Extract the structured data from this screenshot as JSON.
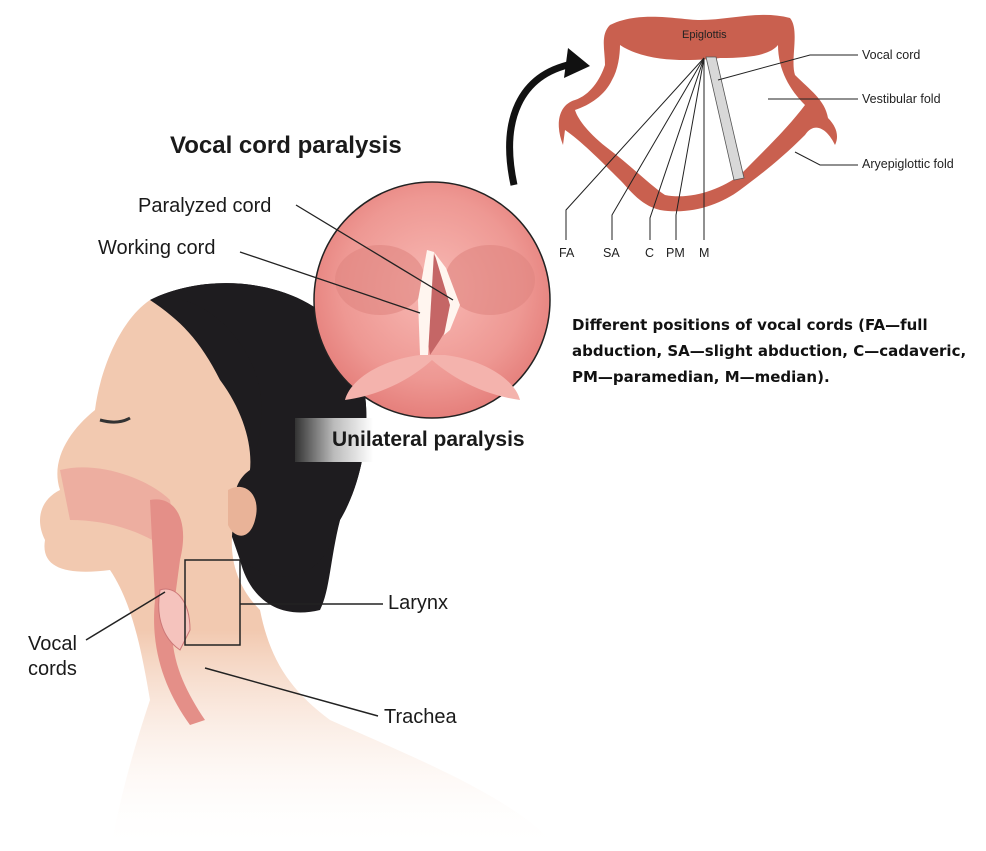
{
  "main_illustration": {
    "title": "Vocal cord paralysis",
    "labels": {
      "paralyzed_cord": "Paralyzed cord",
      "working_cord": "Working cord",
      "unilateral": "Unilateral paralysis",
      "larynx": "Larynx",
      "vocal_cords_line1": "Vocal",
      "vocal_cords_line2": "cords",
      "trachea": "Trachea"
    }
  },
  "position_diagram": {
    "epiglottis": "Epiglottis",
    "right_labels": {
      "vocal_cord": "Vocal cord",
      "vestibular_fold": "Vestibular fold",
      "aryepiglottic_fold": "Aryepiglottic fold"
    },
    "positions": [
      "FA",
      "SA",
      "C",
      "PM",
      "M"
    ],
    "caption": "Different positions of vocal cords (FA—full abduction, SA—slight abduction, C—cadaveric, PM—paramedian, M—median)."
  },
  "colors": {
    "tissue": "#c9604f",
    "pink": "#f0a0a0",
    "hair": "#1e1c1f",
    "skin": "#f1c7ad"
  }
}
